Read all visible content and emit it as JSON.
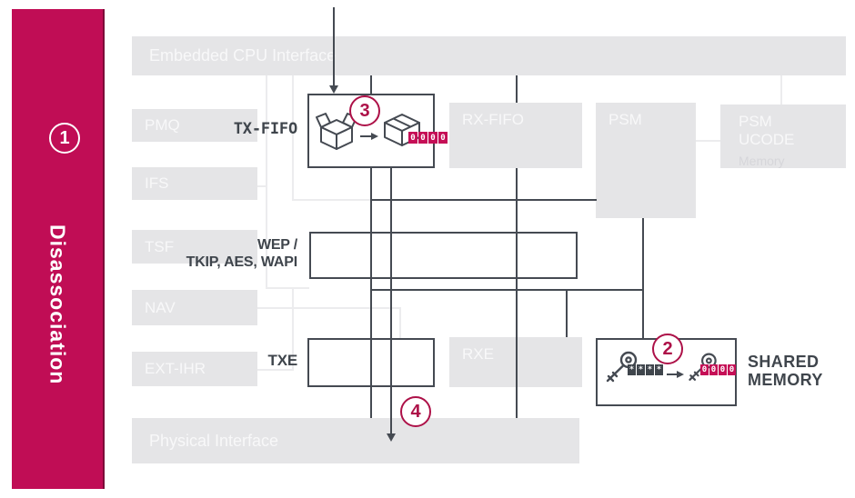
{
  "step": {
    "number": "1",
    "label": "Disassociation"
  },
  "annotations": {
    "step2": "2",
    "step3": "3",
    "step4": "4"
  },
  "blocks": {
    "embedded_cpu": "Embedded CPU Interface",
    "pmq": "PMQ",
    "ifs": "IFS",
    "tsf": "TSF",
    "nav": "NAV",
    "ext_ihr": "EXT-IHR",
    "physical": "Physical Interface",
    "rx_fifo": "RX-FIFO",
    "psm": "PSM",
    "psm_ucode": {
      "line1": "PSM",
      "line2": "UCODE",
      "sub": "Memory"
    },
    "rxe": "RXE"
  },
  "labels": {
    "tx_fifo": "TX-FIFO",
    "crypto_line1": "WEP /",
    "crypto_line2": "TKIP, AES, WAPI",
    "txe": "TXE",
    "shared_memory_line1": "SHARED",
    "shared_memory_line2": "MEMORY"
  },
  "counters": {
    "tx_fifo_counter": [
      "0",
      "0",
      "0",
      "0"
    ],
    "key_encrypted": [
      "*",
      "*",
      "*",
      "*"
    ],
    "key_counter": [
      "0",
      "0",
      "0",
      "0"
    ]
  },
  "icons": {
    "open_box": "open-box-icon",
    "closed_box": "closed-box-icon",
    "key_left": "key-icon",
    "key_right": "key-icon",
    "arrows": "arrow-icon"
  },
  "colors": {
    "accent": "#c00d55",
    "circle_crimson": "#ad1148",
    "dark_line": "#454a52",
    "block_gray": "#e5e5e7",
    "block_text": "#f8f8f9",
    "light_line": "#ececee",
    "badge_magenta": "#c50f56",
    "badge_dark": "#3f454c"
  }
}
